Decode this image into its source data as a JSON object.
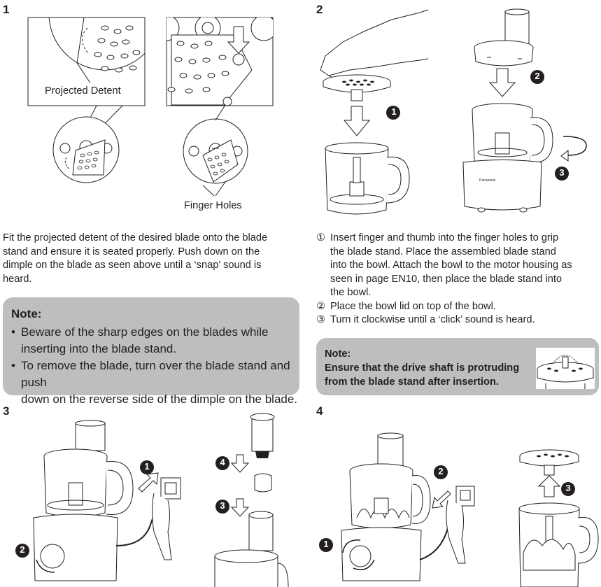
{
  "steps": {
    "s1": "1",
    "s2": "2",
    "s3": "3",
    "s4": "4"
  },
  "figure1": {
    "projected_detent_label": "Projected Detent",
    "finger_holes_label": "Finger Holes"
  },
  "step1_text": {
    "line1": "Fit the projected detent of the desired blade onto the blade",
    "line2": "stand and ensure it is seated properly. Push down on the",
    "line3": "dimple on the blade as seen above until a ‘snap’ sound is",
    "line4": "heard."
  },
  "note1": {
    "title": "Note:",
    "b1_line1": "Beware of the sharp edges on the blades while",
    "b1_line2": "inserting into the blade stand.",
    "b2_line1": "To remove the blade, turn over the blade stand and push",
    "b2_line2": "down on the reverse side of the dimple on the blade."
  },
  "step2_text": {
    "i1_num": "①",
    "i1_line1": "Insert finger and thumb into the finger holes to grip",
    "i1_line2": "the blade stand. Place the assembled blade stand",
    "i1_line3": "into the bowl. Attach the bowl to the motor housing as",
    "i1_line4": "seen in page EN10, then place the blade stand into",
    "i1_line5": "the bowl.",
    "i2_num": "②",
    "i2_text": "Place the bowl lid on top of the bowl.",
    "i3_num": "③",
    "i3_text": "Turn it clockwise until a ‘click’ sound is heard."
  },
  "note2": {
    "title": "Note:",
    "line1": "Ensure that the drive shaft is protruding",
    "line2": "from the blade stand after insertion."
  },
  "badges": {
    "n1": "1",
    "n2": "2",
    "n3": "3",
    "n4": "4"
  },
  "brand": "Panasonic",
  "colors": {
    "note_bg": "#bcbec0",
    "text": "#231f20",
    "line": "#231f20",
    "badge": "#231f20"
  }
}
